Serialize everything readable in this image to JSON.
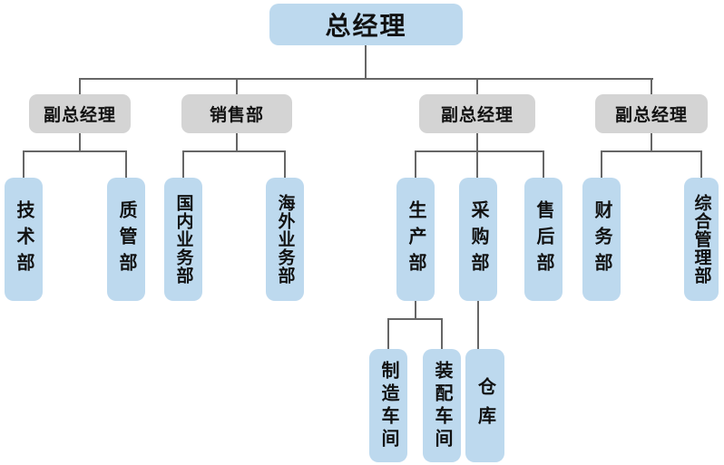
{
  "colors": {
    "node_primary": "#bdd9ee",
    "node_secondary": "#d4d4d4",
    "connector": "#666666",
    "text": "#111111"
  },
  "org_chart": {
    "type": "organization-tree",
    "root": {
      "label": "总经理",
      "children": [
        {
          "label": "副总经理",
          "children": [
            {
              "label": "技术部"
            },
            {
              "label": "质管部"
            }
          ]
        },
        {
          "label": "销售部",
          "children": [
            {
              "label": "国内业务部"
            },
            {
              "label": "海外业务部"
            }
          ]
        },
        {
          "label": "副总经理",
          "children": [
            {
              "label": "生产部",
              "children": [
                {
                  "label": "制造车间"
                },
                {
                  "label": "装配车间"
                }
              ]
            },
            {
              "label": "采购部",
              "children": [
                {
                  "label": "仓库"
                }
              ]
            },
            {
              "label": "售后部"
            }
          ]
        },
        {
          "label": "副总经理",
          "children": [
            {
              "label": "财务部"
            },
            {
              "label": "综合管理部"
            }
          ]
        }
      ]
    }
  }
}
